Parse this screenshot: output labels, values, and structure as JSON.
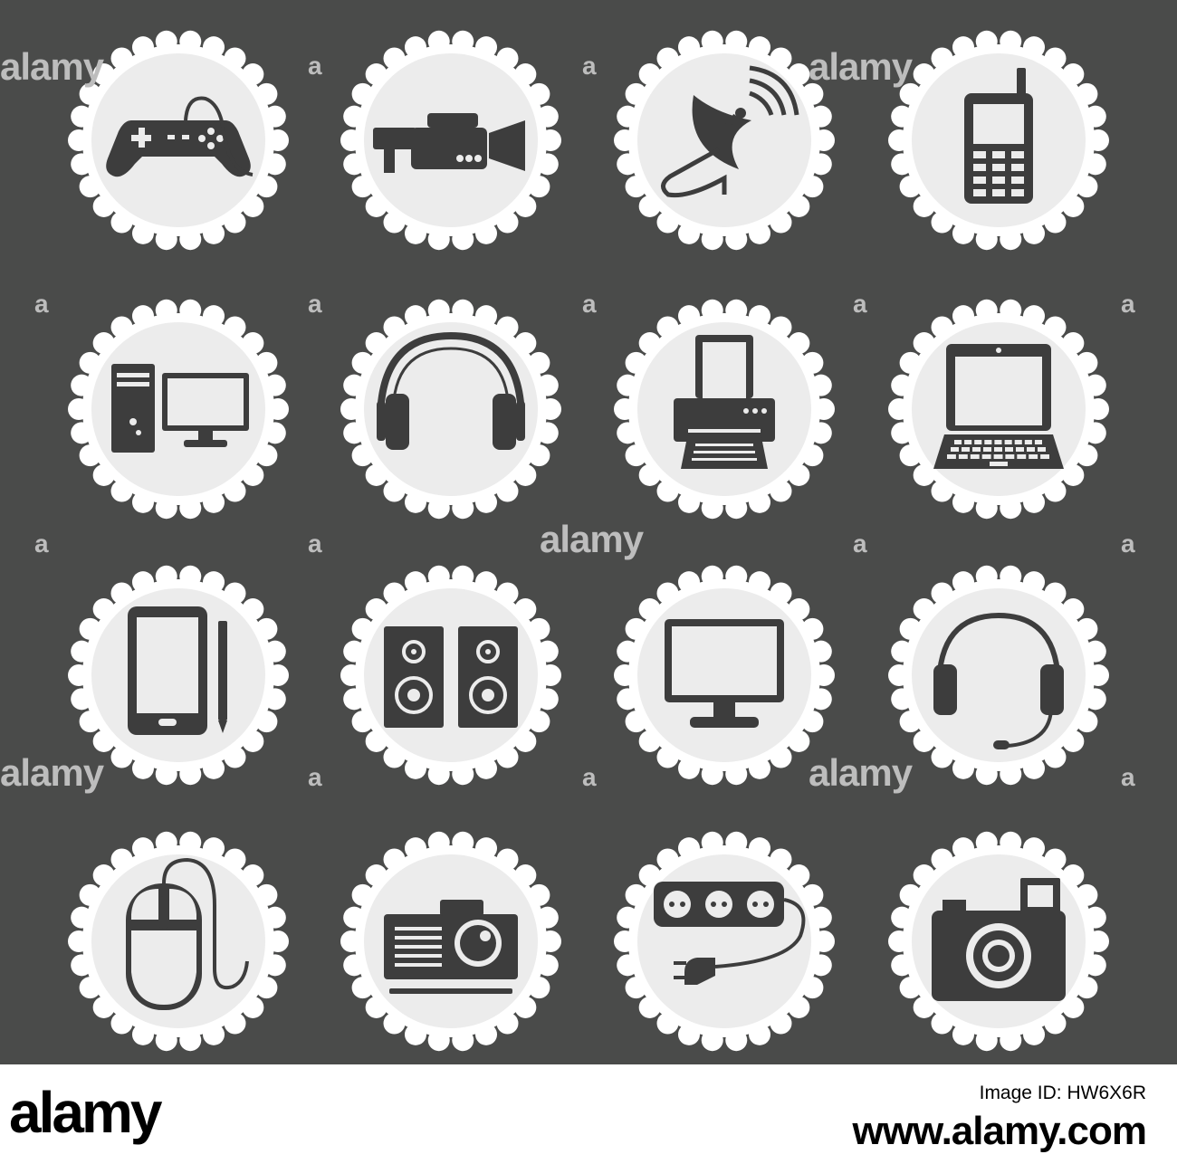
{
  "colors": {
    "background": "#4a4b4a",
    "badge_outer": "#ffffff",
    "badge_inner": "#ececec",
    "icon": "#3d3d3d",
    "watermark": "#bdbdbd",
    "footer_bg": "#ffffff",
    "footer_text": "#000000"
  },
  "watermark": {
    "word": "alamy",
    "mark": "a"
  },
  "icons": [
    "gamepad-icon",
    "video-camera-icon",
    "satellite-dish-icon",
    "mobile-phone-icon",
    "desktop-computer-icon",
    "headphones-icon",
    "printer-icon",
    "laptop-icon",
    "tablet-stylus-icon",
    "speakers-icon",
    "monitor-icon",
    "headset-icon",
    "computer-mouse-icon",
    "projector-icon",
    "power-strip-icon",
    "photo-camera-icon"
  ],
  "footer": {
    "logo": "alamy",
    "image_id": "Image ID: HW6X6R",
    "url": "www.alamy.com"
  }
}
